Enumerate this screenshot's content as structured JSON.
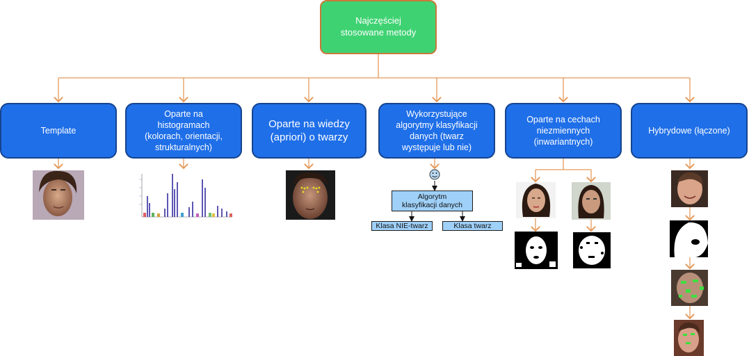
{
  "root": {
    "label": "Najczęściej\nstosowane metody"
  },
  "methods": [
    {
      "id": "template",
      "label": "Template"
    },
    {
      "id": "histograms",
      "label": "Oparte na\nhistogramach\n(kolorach, orientacji,\nstrukturalnych)"
    },
    {
      "id": "knowledge",
      "label": "Oparte na wiedzy\n(apriori) o twarzy"
    },
    {
      "id": "classification",
      "label": "Wykorzystujące\nalgorytmy klasyfikacji\ndanych (twarz\nwystępuje lub nie)"
    },
    {
      "id": "invariant",
      "label": "Oparte na cechach\nniezmiennych\n(inwariantnych)"
    },
    {
      "id": "hybrid",
      "label": "Hybrydowe (łączone)"
    }
  ],
  "classifier": {
    "algorithm_label": "Algorytm\nklasyfikacji danych",
    "class_non_face": "Klasa NIE-twarz",
    "class_face": "Klasa twarz",
    "face_icon": "smiley-face-icon"
  },
  "colors": {
    "root_fill": "#3fd273",
    "method_fill": "#1f6fe8",
    "connector": "#e59a5a",
    "classifier_fill": "#9fd0f8"
  }
}
